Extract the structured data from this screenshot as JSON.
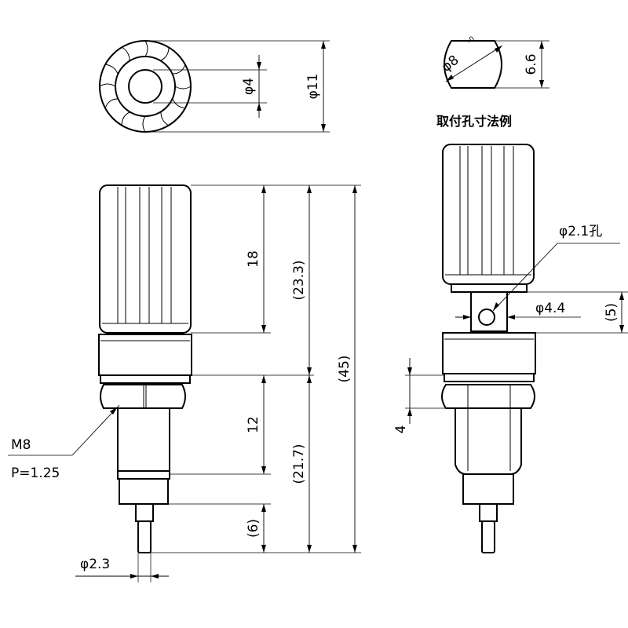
{
  "dimensions": {
    "top_view_bore": "φ4",
    "top_view_outer": "φ11",
    "knob_length": "18",
    "upper_length": "(23.3)",
    "total_length": "(45)",
    "thread_length": "12",
    "lower_length": "(21.7)",
    "pin_length": "(6)",
    "pin_diameter": "φ2.3",
    "thread_spec_line1": "M8",
    "thread_spec_line2": "P=1.25",
    "mount_hole_diameter": "φ8",
    "mount_hole_tolerance": "-0",
    "mount_hole_flat": "6.6",
    "mount_hole_title": "取付孔寸法例",
    "cross_hole": "φ2.1孔",
    "cross_post_diameter": "φ4.4",
    "cross_hole_position": "(5)",
    "nut_thickness": "4"
  }
}
